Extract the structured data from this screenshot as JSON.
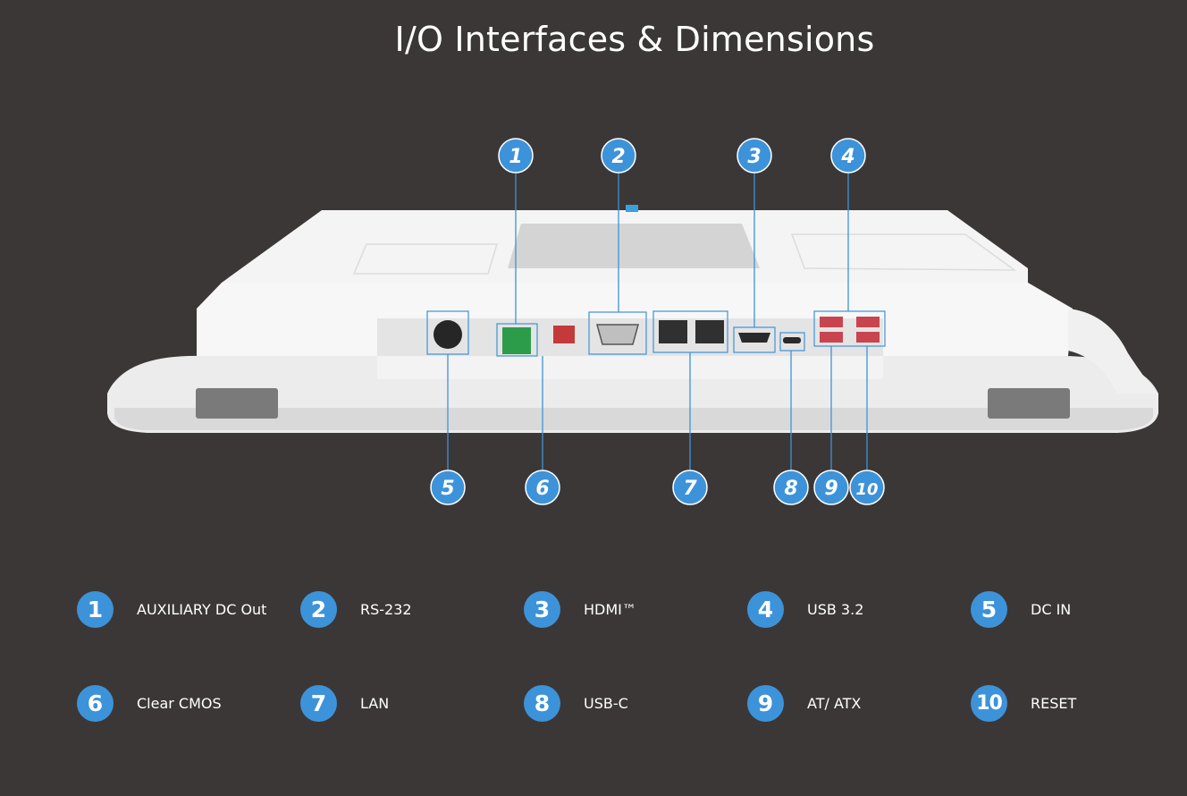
{
  "page": {
    "title": "I/O Interfaces & Dimensions"
  },
  "colors": {
    "background": "#3b3737",
    "accent": "#3d93d9",
    "text": "#ffffff",
    "device": "#f1f1f1"
  },
  "callouts_top": [
    "1",
    "2",
    "3",
    "4"
  ],
  "callouts_bottom": [
    "5",
    "6",
    "7",
    "8",
    "9",
    "10"
  ],
  "legend": [
    {
      "number": "1",
      "label": "AUXILIARY DC Out"
    },
    {
      "number": "2",
      "label": "RS-232"
    },
    {
      "number": "3",
      "label": "HDMI™"
    },
    {
      "number": "4",
      "label": "USB 3.2"
    },
    {
      "number": "5",
      "label": "DC IN"
    },
    {
      "number": "6",
      "label": "Clear CMOS"
    },
    {
      "number": "7",
      "label": "LAN"
    },
    {
      "number": "8",
      "label": "USB-C"
    },
    {
      "number": "9",
      "label": "AT/ ATX"
    },
    {
      "number": "10",
      "label": "RESET"
    }
  ]
}
